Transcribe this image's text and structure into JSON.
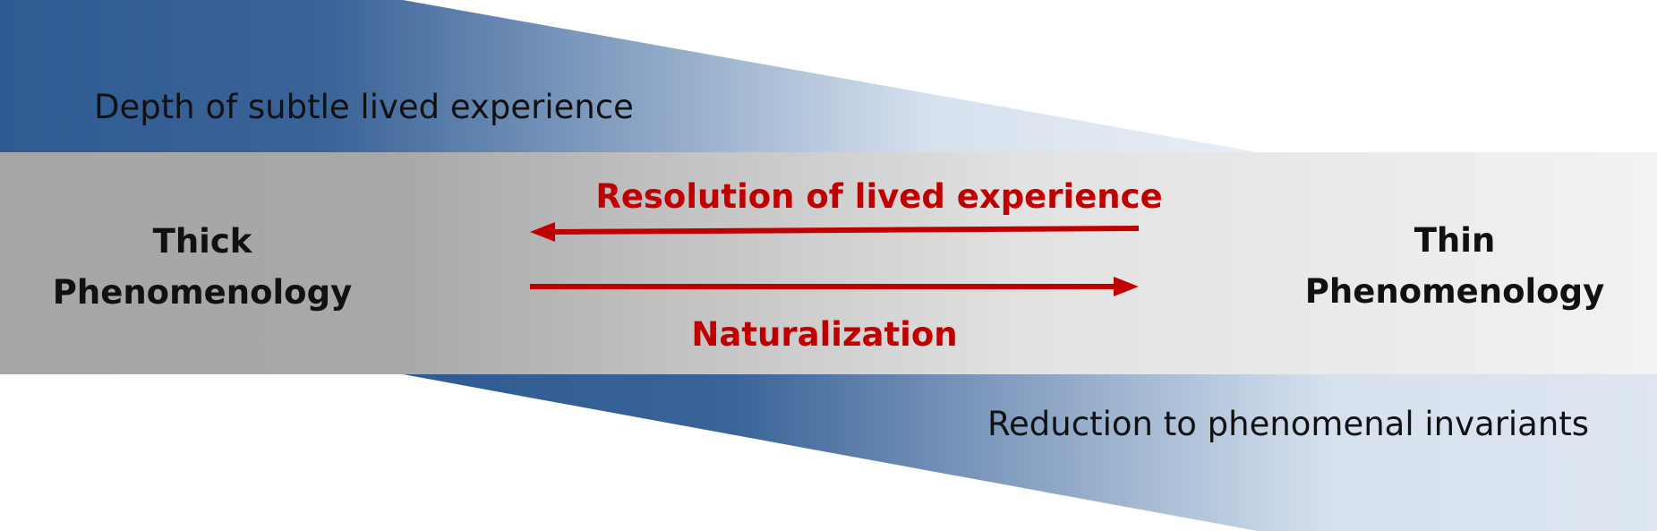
{
  "top_band": {
    "label": "Depth of subtle lived experience"
  },
  "bottom_band": {
    "label": "Reduction to phenomenal invariants"
  },
  "left_pole": {
    "line1": "Thick",
    "line2": "Phenomenology"
  },
  "right_pole": {
    "line1": "Thin",
    "line2": "Phenomenology"
  },
  "arrow_left": {
    "label": "Resolution of lived experience"
  },
  "arrow_right": {
    "label": "Naturalization"
  },
  "colors": {
    "blue_dark": "#2e5a91",
    "blue_light": "#dde7f2",
    "gray_dark": "#a6a6a6",
    "gray_light": "#f0f0f0",
    "arrow_red": "#c00000",
    "text_dark": "#111111"
  }
}
